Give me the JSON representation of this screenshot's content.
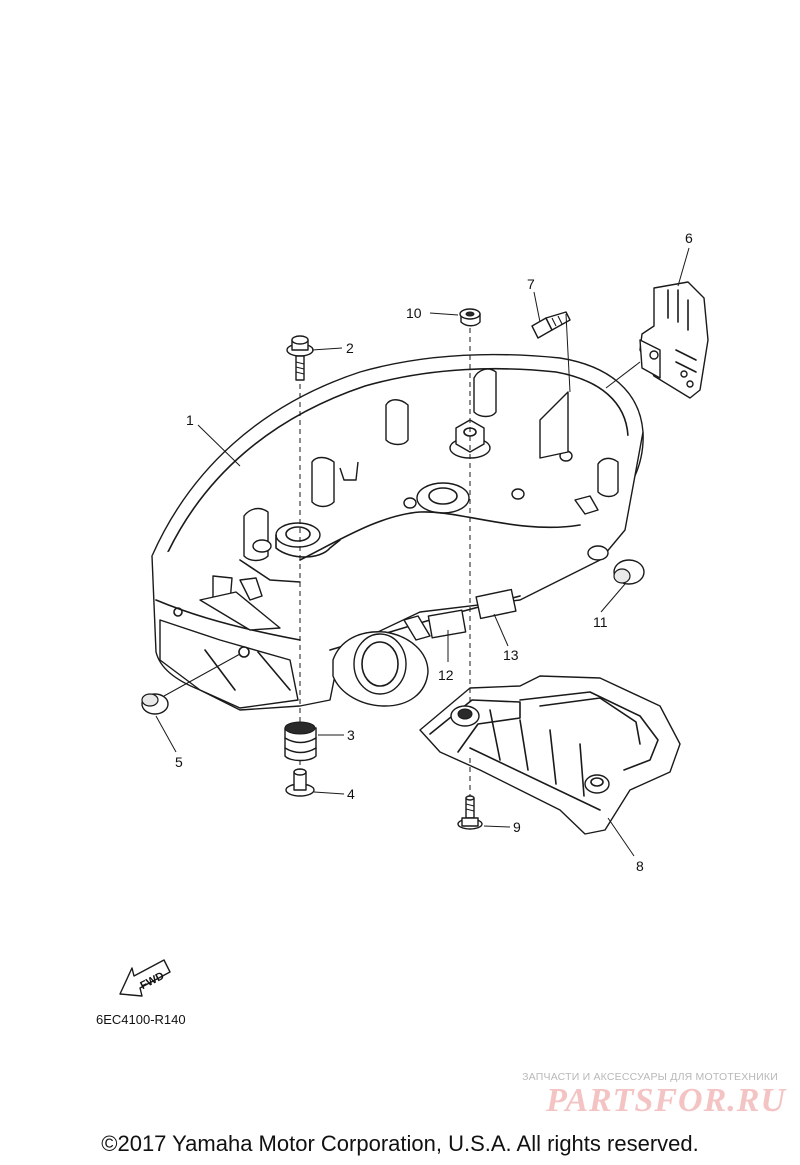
{
  "callouts": [
    {
      "id": "1",
      "label": "1"
    },
    {
      "id": "2",
      "label": "2"
    },
    {
      "id": "3",
      "label": "3"
    },
    {
      "id": "4",
      "label": "4"
    },
    {
      "id": "5",
      "label": "5"
    },
    {
      "id": "6",
      "label": "6"
    },
    {
      "id": "7",
      "label": "7"
    },
    {
      "id": "8",
      "label": "8"
    },
    {
      "id": "9",
      "label": "9"
    },
    {
      "id": "10",
      "label": "10"
    },
    {
      "id": "11",
      "label": "11"
    },
    {
      "id": "12",
      "label": "12"
    },
    {
      "id": "13",
      "label": "13"
    }
  ],
  "fwd_label": "FWD",
  "drawing_code": "6EC4100-R140",
  "watermark": {
    "caption": "ЗАПЧАСТИ И АКСЕССУАРЫ ДЛЯ МОТОТЕХНИКИ",
    "logo": "PARTSFOR.RU"
  },
  "copyright": "©2017 Yamaha Motor Corporation, U.S.A. All rights reserved."
}
